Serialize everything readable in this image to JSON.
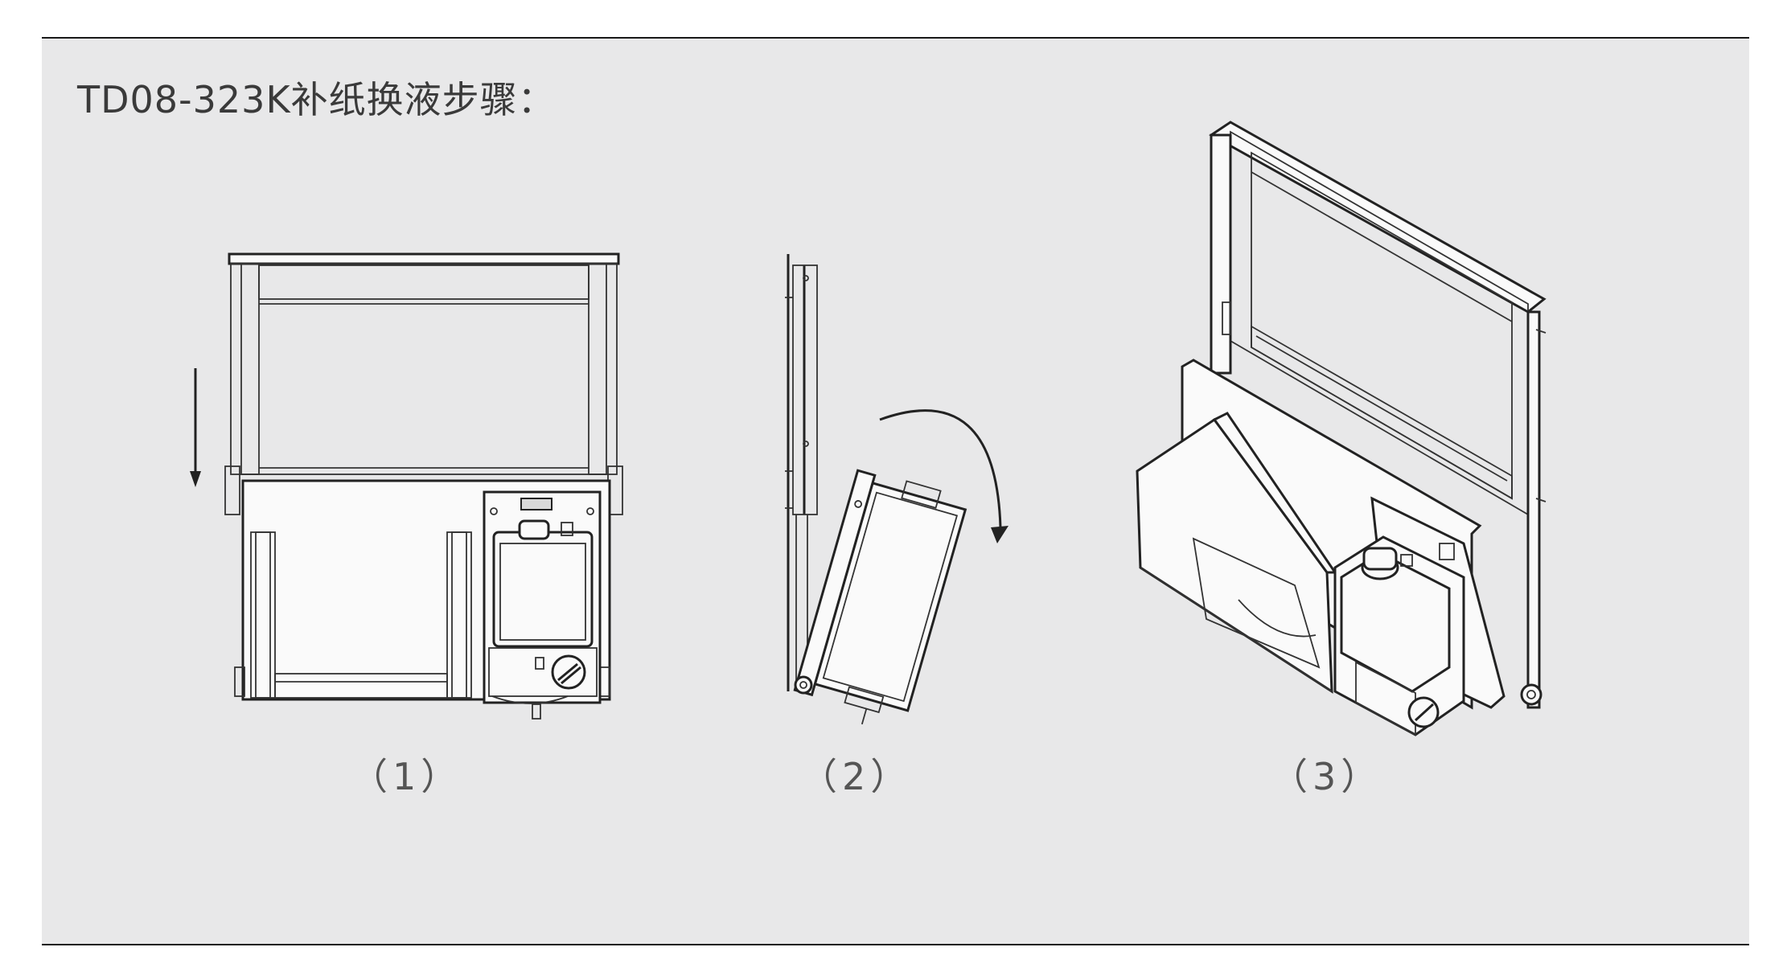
{
  "title": "TD08-323K补纸换液步骤：",
  "captions": {
    "step1": "（1）",
    "step2": "（2）",
    "step3": "（3）"
  },
  "icons": {
    "step1_arrow": "arrow-down-icon",
    "step2_arrow": "rotate-clockwise-arrow-icon"
  },
  "colors": {
    "panel_background": "#e8e8e9",
    "rule_lines": "#1a1a1a",
    "text": "#3a3a3a"
  }
}
